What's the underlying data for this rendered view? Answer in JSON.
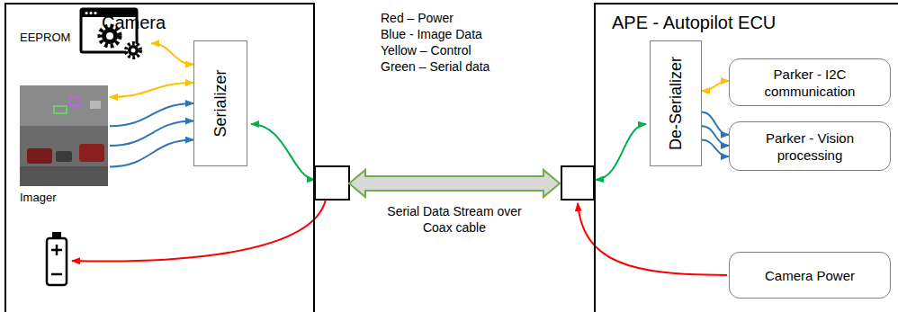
{
  "diagram": {
    "nodes": [
      {
        "text": [
          "Camera"
        ]
      },
      {
        "text": [
          "EEPROM"
        ],
        "in": 0
      },
      {
        "text": [
          "Imager"
        ],
        "in": 0
      },
      {
        "text": [
          "Serializer"
        ],
        "in": 0
      },
      {
        "text": [
          "APE - Autopilot ECU"
        ]
      },
      {
        "text": [
          "De-Serializer"
        ],
        "in": 4
      },
      {
        "text": [
          "Parker - I2C communication"
        ],
        "in": 4
      },
      {
        "text": [
          "Parker - Vision processing"
        ],
        "in": 4
      },
      {
        "text": [
          "Camera Power"
        ],
        "in": 4
      }
    ],
    "edges": [
      {
        "from": 1,
        "to": 3,
        "arrow": "both"
      },
      {
        "from": 2,
        "to": 3,
        "arrow": "both"
      },
      {
        "from": 2,
        "to": 3,
        "arrow": "to"
      },
      {
        "from": 2,
        "to": 3,
        "arrow": "to"
      },
      {
        "from": 2,
        "to": 3,
        "arrow": "to"
      },
      {
        "from": 0,
        "to": 4,
        "label": "Serial Data Stream over Coax cable",
        "arrow": "both"
      },
      {
        "from": 5,
        "to": 6,
        "arrow": "both"
      },
      {
        "from": 5,
        "to": 7,
        "arrow": "to"
      },
      {
        "from": 5,
        "to": 7,
        "arrow": "to"
      },
      {
        "from": 5,
        "to": 7,
        "arrow": "to"
      }
    ],
    "legend": [
      {
        "text": "Red – Power"
      },
      {
        "text": "Blue - Image Data"
      },
      {
        "text": "Yellow – Control"
      },
      {
        "text": "Green – Serial data"
      }
    ]
  }
}
